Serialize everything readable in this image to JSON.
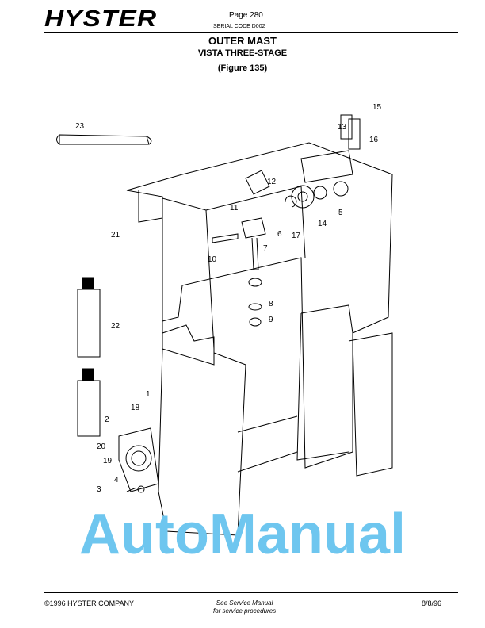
{
  "header": {
    "logo": "HYSTER",
    "page": "Page 280",
    "serial_code": "SERIAL CODE D002",
    "title": "OUTER MAST",
    "subtitle": "VISTA THREE-STAGE",
    "figure": "(Figure 135)"
  },
  "figure": {
    "callouts": [
      "15",
      "13",
      "16",
      "23",
      "12",
      "11",
      "5",
      "14",
      "6",
      "17",
      "21",
      "7",
      "10",
      "8",
      "9",
      "22",
      "1",
      "18",
      "2",
      "20",
      "19",
      "4",
      "3"
    ]
  },
  "watermark": "AutoManual",
  "footer": {
    "copyright": "©1996 HYSTER COMPANY",
    "note_line1": "See Service Manual",
    "note_line2": "for service procedures",
    "date": "8/8/96"
  }
}
